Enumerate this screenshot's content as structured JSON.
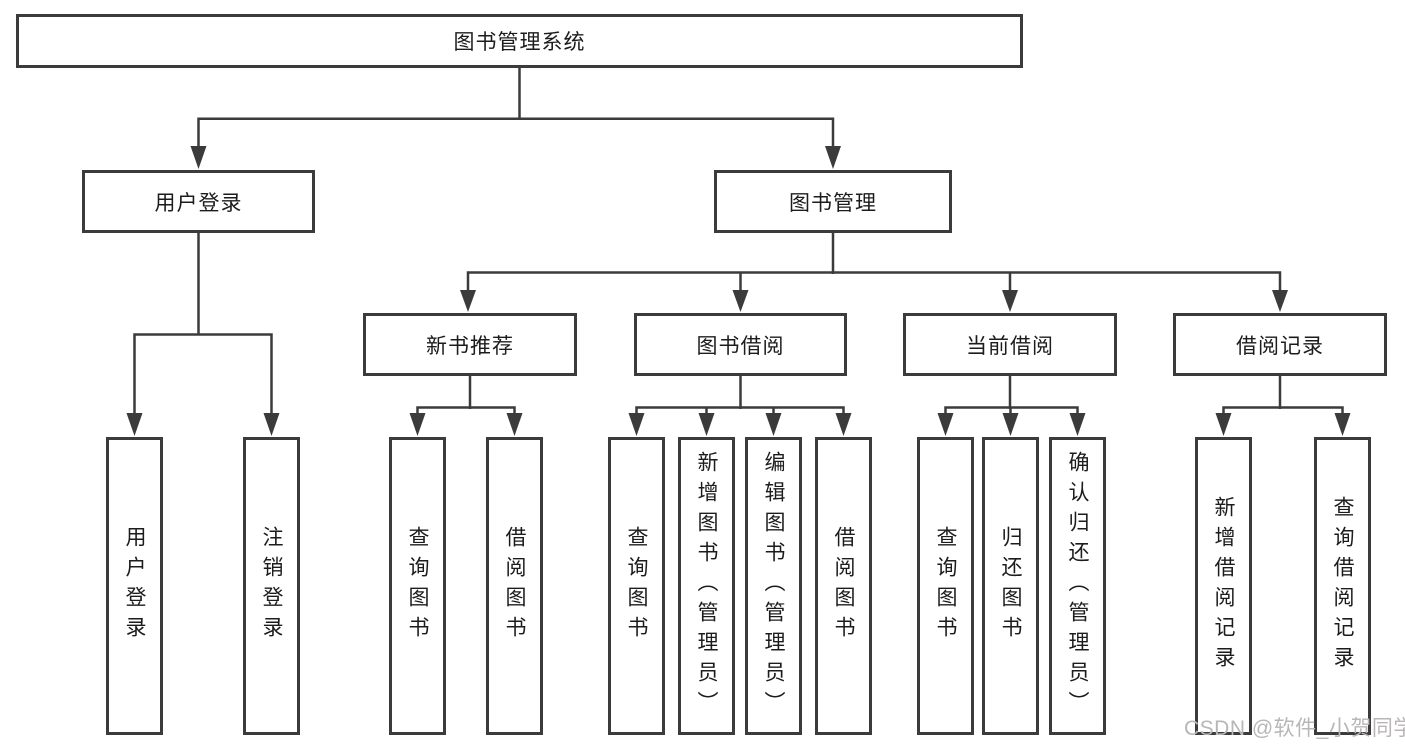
{
  "nodes": {
    "root": "图书管理系统",
    "level2": [
      "用户登录",
      "图书管理"
    ],
    "level3": [
      "新书推荐",
      "图书借阅",
      "当前借阅",
      "借阅记录"
    ],
    "login_leaves": [
      "用户登录",
      "注销登录"
    ],
    "newbook_leaves": [
      "查询图书",
      "借阅图书"
    ],
    "borrow_leaves": [
      "查询图书",
      "新增图书（管理员）",
      "编辑图书（管理员）",
      "借阅图书"
    ],
    "current_leaves": [
      "查询图书",
      "归还图书",
      "确认归还（管理员）"
    ],
    "record_leaves": [
      "新增借阅记录",
      "查询借阅记录"
    ]
  },
  "watermark": "CSDN @软件_小贺同学",
  "colors": {
    "line": "#3b3b3b",
    "text": "#1c1c1c",
    "watermark": "#b9b6b6",
    "background": "#ffffff"
  }
}
